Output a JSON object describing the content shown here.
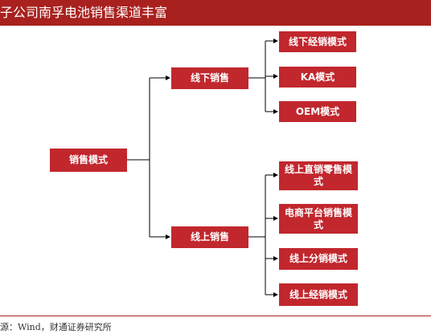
{
  "header": {
    "title": "子公司南孚电池销售渠道丰富"
  },
  "diagram": {
    "root": "销售模式",
    "offline": {
      "label": "线下销售",
      "children": [
        "线下经销模式",
        "KA模式",
        "OEM模式"
      ]
    },
    "online": {
      "label": "线上销售",
      "children": [
        "线上直销零售模式",
        "电商平台销售模式",
        "线上分销模式",
        "线上经销模式"
      ]
    }
  },
  "footer": {
    "source": "源：Wind，财通证券研究所"
  },
  "colors": {
    "header_bg": "#a8211e",
    "node_bg": "#c1272d",
    "line": "#000000"
  }
}
